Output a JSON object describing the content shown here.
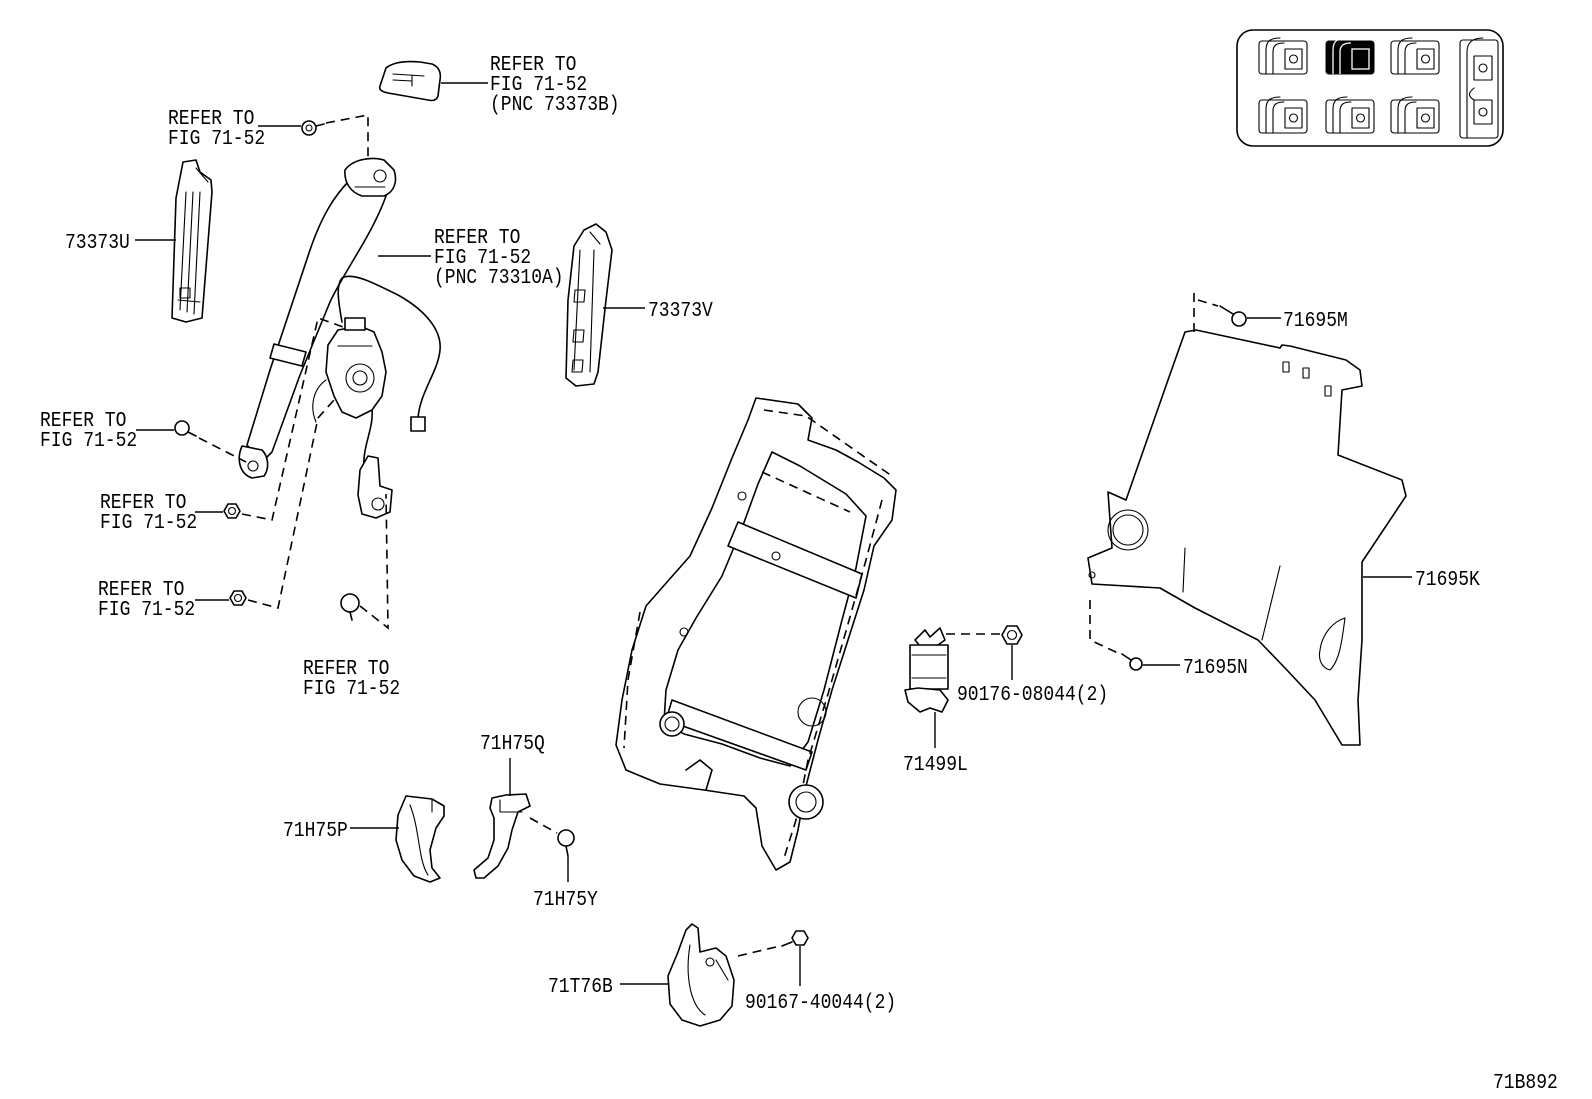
{
  "figure_code": "71B892",
  "references": {
    "cap_upper": [
      "REFER TO",
      "FIG 71-52",
      "(PNC 73373B)"
    ],
    "bolt_upper": [
      "REFER TO",
      "FIG 71-52"
    ],
    "belt_assembly": [
      "REFER TO",
      "FIG 71-52",
      "(PNC 73310A)"
    ],
    "bolt_anchor": [
      "REFER TO",
      "FIG 71-52"
    ],
    "nut_upper": [
      "REFER TO",
      "FIG 71-52"
    ],
    "nut_lower": [
      "REFER TO",
      "FIG 71-52"
    ],
    "clip_lower": [
      "REFER TO",
      "FIG 71-52"
    ]
  },
  "parts": {
    "p73373U": "73373U",
    "p73373V": "73373V",
    "p71695M": "71695M",
    "p71695K": "71695K",
    "p71695N": "71695N",
    "p90176": "90176-08044(2)",
    "p71499L": "71499L",
    "p71H75Q": "71H75Q",
    "p71H75P": "71H75P",
    "p71H75Y": "71H75Y",
    "p71T76B": "71T76B",
    "p90167": "90167-40044(2)"
  },
  "colors": {
    "line": "#000000",
    "background": "#ffffff"
  }
}
